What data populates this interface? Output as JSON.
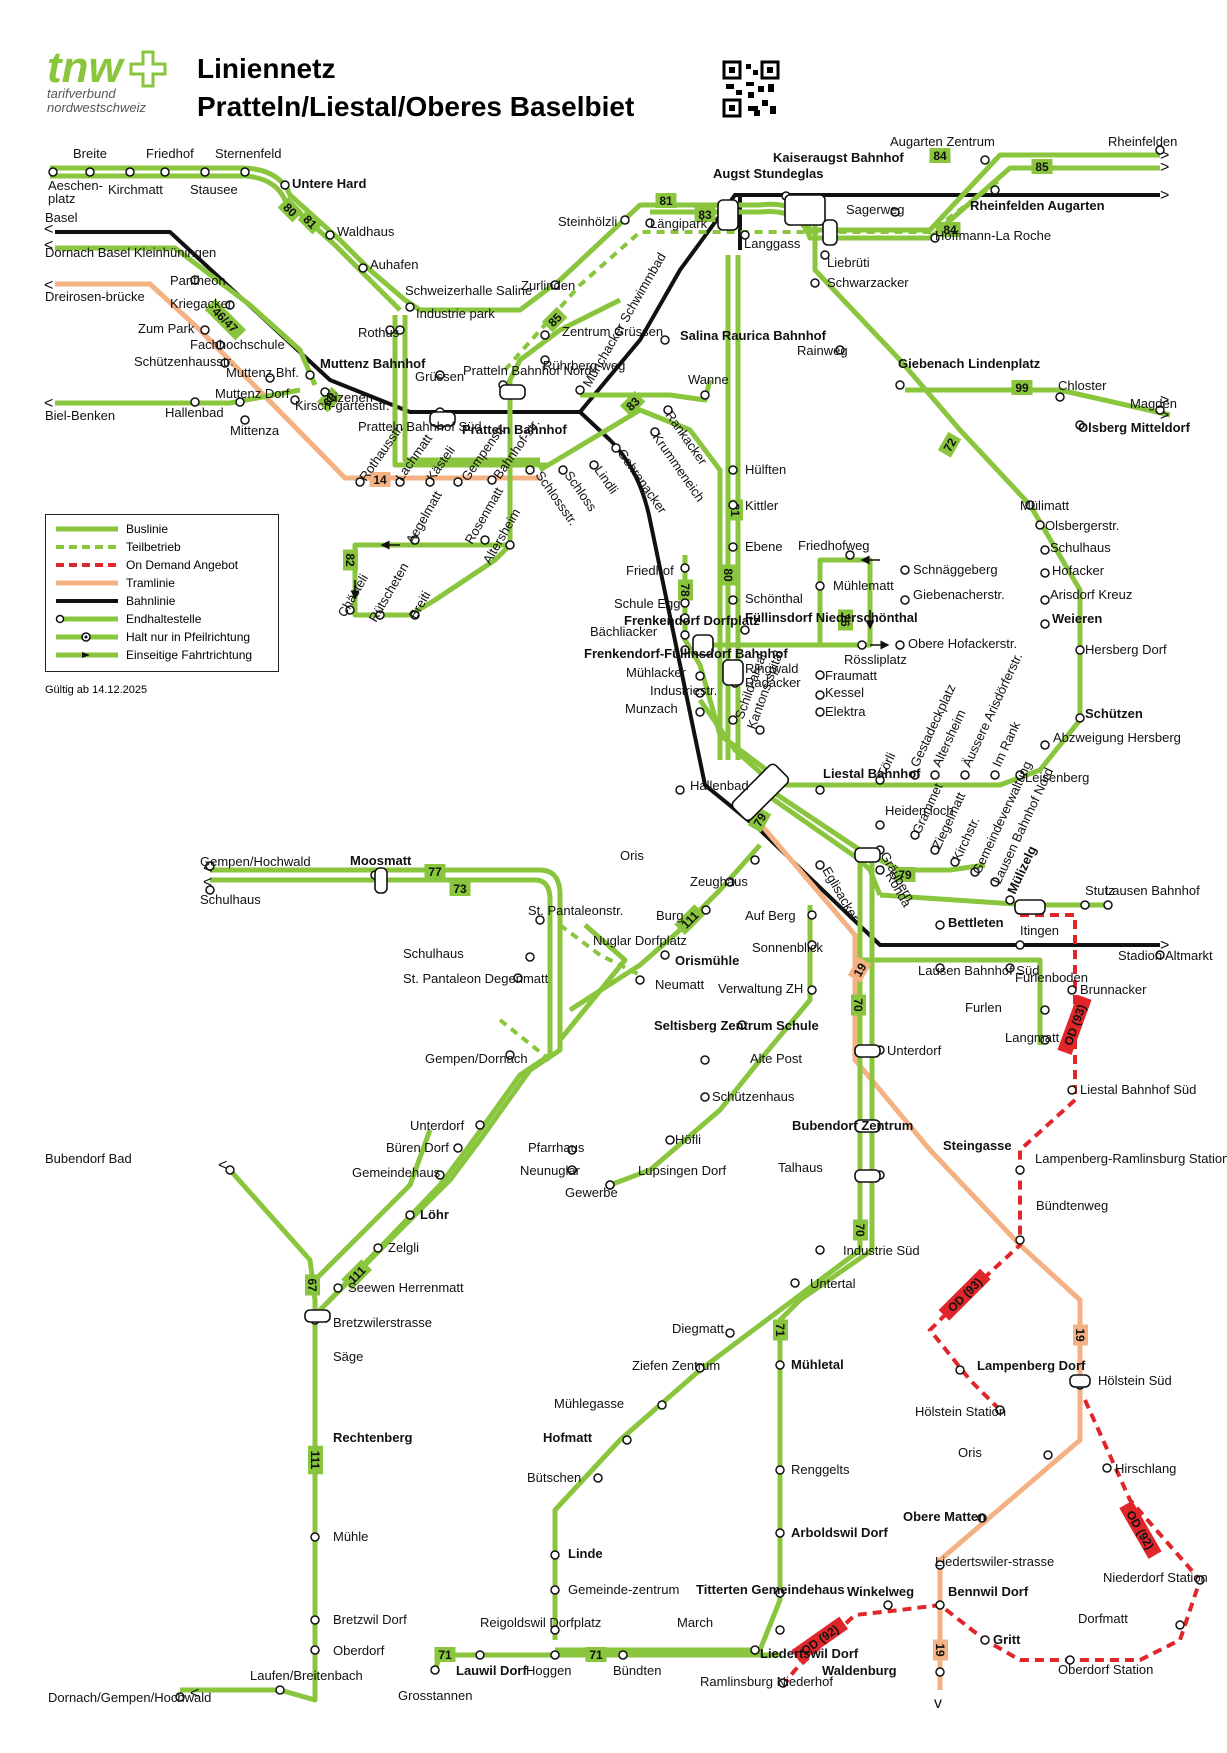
{
  "header": {
    "brand": "tnw",
    "brand_sub1": "tarifverbund",
    "brand_sub2": "nordwestschweiz",
    "title_line1": "Liniennetz",
    "title_line2": "Pratteln/Liestal/Oberes Baselbiet"
  },
  "colors": {
    "bus": "#8ac53e",
    "tram": "#f4b183",
    "rail": "#111111",
    "on_demand": "#e0262b"
  },
  "legend": {
    "items": [
      {
        "label": "Buslinie",
        "icon": "bus-line"
      },
      {
        "label": "Teilbetrieb",
        "icon": "partial-service-dashed"
      },
      {
        "label": "On Demand Angebot",
        "icon": "on-demand-dashed-red"
      },
      {
        "label": "Tramlinie",
        "icon": "tram-line"
      },
      {
        "label": "Bahnlinie",
        "icon": "rail-line"
      },
      {
        "label": "Endhaltestelle",
        "icon": "terminus-dot"
      },
      {
        "label": "Halt nur in Pfeilrichtung",
        "icon": "directional-stop"
      },
      {
        "label": "Einseitige Fahrtrichtung",
        "icon": "one-way-arrow"
      }
    ],
    "valid": "Gültig ab 14.12.2025"
  },
  "line_labels": [
    "80",
    "81",
    "84",
    "85",
    "46/47",
    "60",
    "14",
    "82",
    "83",
    "85",
    "72",
    "81",
    "80",
    "78",
    "76",
    "79",
    "77",
    "73",
    "111",
    "71",
    "70",
    "19",
    "99",
    "72",
    "84",
    "81",
    "83",
    "67",
    "111",
    "111",
    "70",
    "71",
    "71",
    "19",
    "OD (93)",
    "OD (92)",
    "OD (92)",
    "OD (93)",
    "19",
    "79"
  ],
  "stops": [
    {
      "name": "Aeschen-\nplatz",
      "bold": false
    },
    {
      "name": "Breite"
    },
    {
      "name": "Kirchmatt"
    },
    {
      "name": "Friedhof"
    },
    {
      "name": "Stausee"
    },
    {
      "name": "Sternenfeld"
    },
    {
      "name": "Untere Hard"
    },
    {
      "name": "Waldhaus"
    },
    {
      "name": "Auhafen"
    },
    {
      "name": "Schweizerhalle Saline"
    },
    {
      "name": "Industrie park"
    },
    {
      "name": "Rothus"
    },
    {
      "name": "Muttenz Bahnhof"
    },
    {
      "name": "Bizenen"
    },
    {
      "name": "Kirsch-gartenstr."
    },
    {
      "name": "Grüssen"
    },
    {
      "name": "Pratteln Bahnhof Süd"
    },
    {
      "name": "Pratteln Bahnhof"
    },
    {
      "name": "Pratteln Bahnhof Nord"
    },
    {
      "name": "Zentrum Grüssen"
    },
    {
      "name": "Rührberg-weg"
    },
    {
      "name": "Zurlinden"
    },
    {
      "name": "Steinhölzli"
    },
    {
      "name": "Längipark"
    },
    {
      "name": "Augst Stundeglas"
    },
    {
      "name": "Kaiseraugst Bahnhof"
    },
    {
      "name": "Langgass"
    },
    {
      "name": "Liebrüti"
    },
    {
      "name": "Sagerweg"
    },
    {
      "name": "Hoffmann-La Roche"
    },
    {
      "name": "Augarten Zentrum"
    },
    {
      "name": "Rheinfelden"
    },
    {
      "name": "Rheinfelden Augarten"
    },
    {
      "name": "Schwarzacker"
    },
    {
      "name": "Rainweg"
    },
    {
      "name": "Giebenach Lindenplatz"
    },
    {
      "name": "Chloster"
    },
    {
      "name": "Magden"
    },
    {
      "name": "Olsberg Mitteldorf"
    },
    {
      "name": "Salina Raurica Bahnhof"
    },
    {
      "name": "Münchacker Schwimmbad"
    },
    {
      "name": "Wanne"
    },
    {
      "name": "Rankacker"
    },
    {
      "name": "Krummeneich"
    },
    {
      "name": "Gehrenacker"
    },
    {
      "name": "Lindli"
    },
    {
      "name": "Schloss"
    },
    {
      "name": "Schlossstr."
    },
    {
      "name": "Bahnhof-str."
    },
    {
      "name": "Gempenstr."
    },
    {
      "name": "Kästeli"
    },
    {
      "name": "Lachmatt"
    },
    {
      "name": "Rothausstr."
    },
    {
      "name": "Basel"
    },
    {
      "name": "Dornach Basel Kleinhüningen"
    },
    {
      "name": "Dreirosen-brücke"
    },
    {
      "name": "Pantheon"
    },
    {
      "name": "Kriegacker"
    },
    {
      "name": "Zum Park"
    },
    {
      "name": "Fachhochschule"
    },
    {
      "name": "Schützenhausstr."
    },
    {
      "name": "Muttenz Bhf."
    },
    {
      "name": "Muttenz Dorf"
    },
    {
      "name": "Mittenza"
    },
    {
      "name": "Hallenbad"
    },
    {
      "name": "Biel-Benken"
    },
    {
      "name": "Aegelmatt"
    },
    {
      "name": "Rosenmatt"
    },
    {
      "name": "Altersheim"
    },
    {
      "name": "Chästeli"
    },
    {
      "name": "Rütscheten"
    },
    {
      "name": "Breiti"
    },
    {
      "name": "Hülften"
    },
    {
      "name": "Kittler"
    },
    {
      "name": "Ebene"
    },
    {
      "name": "Schönthal"
    },
    {
      "name": "Friedhof"
    },
    {
      "name": "Schule Egg"
    },
    {
      "name": "Frenkendorf Dorfplatz"
    },
    {
      "name": "Bächliacker"
    },
    {
      "name": "Frenkendorf-Füllinsdorf Bahnhof"
    },
    {
      "name": "Mühlacker"
    },
    {
      "name": "Industriestr."
    },
    {
      "name": "Munzach"
    },
    {
      "name": "Füllinsdorf Niederschönthal"
    },
    {
      "name": "Friedhofweg"
    },
    {
      "name": "Mühlematt"
    },
    {
      "name": "Schnäggeberg"
    },
    {
      "name": "Giebenacherstr."
    },
    {
      "name": "Rössliplatz"
    },
    {
      "name": "Obere Hofackerstr."
    },
    {
      "name": "Ringwald"
    },
    {
      "name": "Radacker"
    },
    {
      "name": "Fraumatt"
    },
    {
      "name": "Kessel"
    },
    {
      "name": "Elektra"
    },
    {
      "name": "Schild-areal"
    },
    {
      "name": "Kantons-spital"
    },
    {
      "name": "Mülimatt"
    },
    {
      "name": "Olsbergerstr."
    },
    {
      "name": "Schulhaus"
    },
    {
      "name": "Hofacker"
    },
    {
      "name": "Arisdorf Kreuz"
    },
    {
      "name": "Weieren"
    },
    {
      "name": "Hersberg Dorf"
    },
    {
      "name": "Schützen"
    },
    {
      "name": "Abzweigung Hersberg"
    },
    {
      "name": "Leisenberg"
    },
    {
      "name": "Im Rank"
    },
    {
      "name": "Äussere Arisdörferstr."
    },
    {
      "name": "Altersheim"
    },
    {
      "name": "Gestadeckplatz"
    },
    {
      "name": "Törli"
    },
    {
      "name": "Liestal Bahnhof"
    },
    {
      "name": "Hallenbad"
    },
    {
      "name": "Heiden loch"
    },
    {
      "name": "Grammet"
    },
    {
      "name": "Ziegelmatt"
    },
    {
      "name": "Kirchstr."
    },
    {
      "name": "Gemeindeverwaltung"
    },
    {
      "name": "Lausen Bahnhof Nord"
    },
    {
      "name": "Mülizelg"
    },
    {
      "name": "Stutz"
    },
    {
      "name": "Lausen Bahnhof"
    },
    {
      "name": "Itingen"
    },
    {
      "name": "Stadion Altmarkt"
    },
    {
      "name": "Gräubern"
    },
    {
      "name": "Ronda"
    },
    {
      "name": "Bettleten"
    },
    {
      "name": "Lausen Bahnhof Süd"
    },
    {
      "name": "Furlenboden"
    },
    {
      "name": "Furlen"
    },
    {
      "name": "Langmatt"
    },
    {
      "name": "Brunnacker"
    },
    {
      "name": "Liestal Bahnhof Süd"
    },
    {
      "name": "Oris"
    },
    {
      "name": "Zeughaus"
    },
    {
      "name": "Burg"
    },
    {
      "name": "Eglisacker"
    },
    {
      "name": "Auf Berg"
    },
    {
      "name": "Sonnenblick"
    },
    {
      "name": "Verwaltung ZH"
    },
    {
      "name": "Seltisberg Zentrum Schule"
    },
    {
      "name": "Alte Post"
    },
    {
      "name": "Schützenhaus"
    },
    {
      "name": "Höfli"
    },
    {
      "name": "Lupsingen Dorf"
    },
    {
      "name": "Gewerbe"
    },
    {
      "name": "Pfarrhaus"
    },
    {
      "name": "Neunuglar"
    },
    {
      "name": "Orismühle"
    },
    {
      "name": "Neumatt"
    },
    {
      "name": "Nuglar Dorfplatz"
    },
    {
      "name": "St. Pantaleonstr."
    },
    {
      "name": "Schulhaus"
    },
    {
      "name": "St. Pantaleon Degenmatt"
    },
    {
      "name": "Gempen/Dornach"
    },
    {
      "name": "Gempen/Hochwald"
    },
    {
      "name": "Schulhaus"
    },
    {
      "name": "Moosmatt"
    },
    {
      "name": "Unterdorf"
    },
    {
      "name": "Büren Dorf"
    },
    {
      "name": "Gemeindehaus"
    },
    {
      "name": "Löhr"
    },
    {
      "name": "Zelgli"
    },
    {
      "name": "Seewen Herrenmatt"
    },
    {
      "name": "Bretzwilerstrasse"
    },
    {
      "name": "Säge"
    },
    {
      "name": "Rechtenberg"
    },
    {
      "name": "Mühle"
    },
    {
      "name": "Bretzwil Dorf"
    },
    {
      "name": "Oberdorf"
    },
    {
      "name": "Laufen/Breitenbach"
    },
    {
      "name": "Dornach/Gempen/Hochwald"
    },
    {
      "name": "Bubendorf Bad"
    },
    {
      "name": "Unterdorf"
    },
    {
      "name": "Bubendorf Zentrum"
    },
    {
      "name": "Talhaus"
    },
    {
      "name": "Steingasse"
    },
    {
      "name": "Industrie Süd"
    },
    {
      "name": "Untertal"
    },
    {
      "name": "Diegmatt"
    },
    {
      "name": "Ziefen Zentrum"
    },
    {
      "name": "Mühlegasse"
    },
    {
      "name": "Hofmatt"
    },
    {
      "name": "Bütschen"
    },
    {
      "name": "Linde"
    },
    {
      "name": "Gemeinde-zentrum"
    },
    {
      "name": "Reigoldswil Dorfplatz"
    },
    {
      "name": "Hoggen"
    },
    {
      "name": "Bündten"
    },
    {
      "name": "Lauwil Dorf"
    },
    {
      "name": "Grosstannen"
    },
    {
      "name": "Mühletal"
    },
    {
      "name": "Renggelts"
    },
    {
      "name": "Arboldswil Dorf"
    },
    {
      "name": "Titterten Gemeindehaus"
    },
    {
      "name": "March"
    },
    {
      "name": "Liedertswil Dorf"
    },
    {
      "name": "Ramlinsburg Niederhof"
    },
    {
      "name": "Lampenberg-Ramlinsburg Station"
    },
    {
      "name": "Bündtenweg"
    },
    {
      "name": "Lampenberg Dorf"
    },
    {
      "name": "Hölstein Station"
    },
    {
      "name": "Hölstein Süd"
    },
    {
      "name": "Oris"
    },
    {
      "name": "Hirschlang"
    },
    {
      "name": "Obere Matten"
    },
    {
      "name": "Niederdorf Station"
    },
    {
      "name": "Liedertswiler-strasse"
    },
    {
      "name": "Winkelweg"
    },
    {
      "name": "Bennwil Dorf"
    },
    {
      "name": "Dorfmatt"
    },
    {
      "name": "Gritt"
    },
    {
      "name": "Oberdorf Station"
    },
    {
      "name": "Waldenburg"
    }
  ]
}
